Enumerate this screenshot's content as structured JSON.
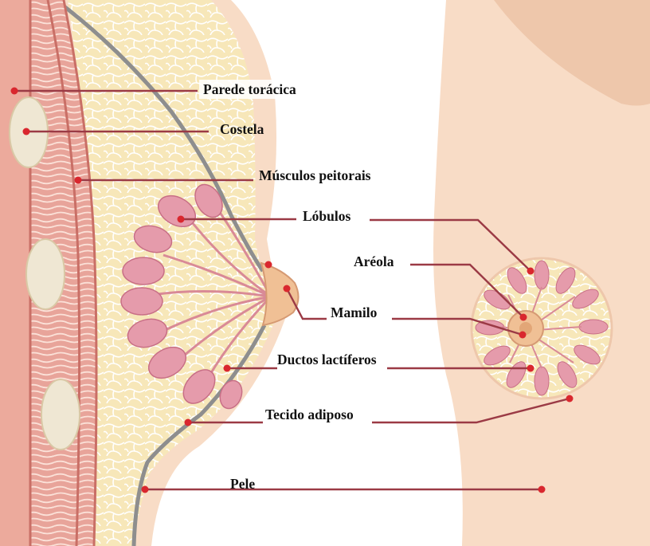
{
  "labels": {
    "chest_wall": "Parede torácica",
    "rib": "Costela",
    "pectoral_muscles": "Músculos peitorais",
    "lobules": "Lóbulos",
    "areola": "Aréola",
    "nipple": "Mamilo",
    "milk_ducts": "Ductos lactíferos",
    "adipose_tissue": "Tecido adiposo",
    "skin": "Pele"
  },
  "colors": {
    "skin": "#f8dcc6",
    "skin_shade": "#eec7ab",
    "fat": "#f7e7b9",
    "fat_cell_line": "#ffffff",
    "muscle": "#e8a49a",
    "muscle_dark": "#c96f66",
    "rib": "#efe7d3",
    "lobule": "#e59bab",
    "lobule_dark": "#c86f86",
    "duct": "#d98a96",
    "areola": "#f0c095",
    "leader_line": "#9b3a45",
    "marker": "#d9272e",
    "outline_gray": "#8e8e8e"
  }
}
